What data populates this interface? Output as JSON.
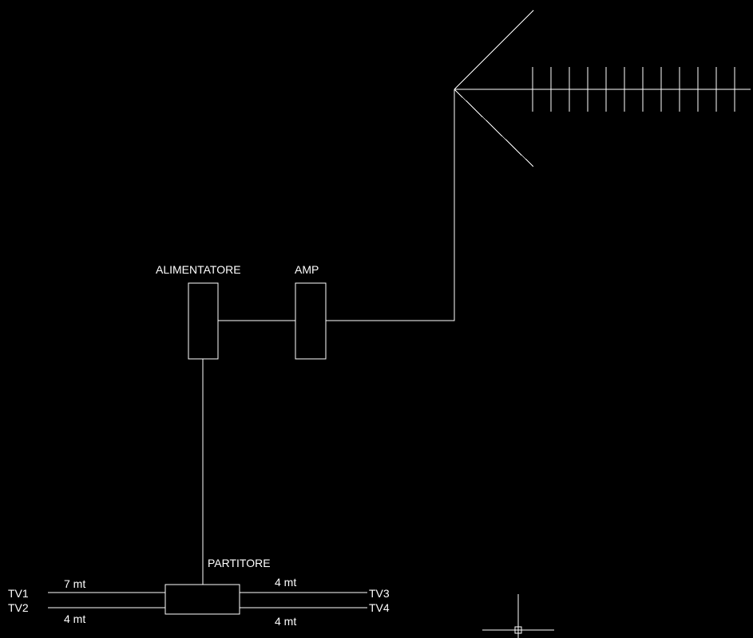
{
  "colors": {
    "background": "#000000",
    "line": "#ffffff"
  },
  "labels": {
    "alimentatore": "ALIMENTATORE",
    "amp": "AMP",
    "partitore": "PARTITORE",
    "tv1": "TV1",
    "tv2": "TV2",
    "tv3": "TV3",
    "tv4": "TV4",
    "len_tv1": "7 mt",
    "len_tv2": "4 mt",
    "len_tv3": "4 mt",
    "len_tv4": "4 mt"
  },
  "antenna": {
    "element_count": 12
  },
  "icons": {
    "cursor": "crosshair-cursor-icon",
    "antenna": "yagi-antenna-icon"
  }
}
